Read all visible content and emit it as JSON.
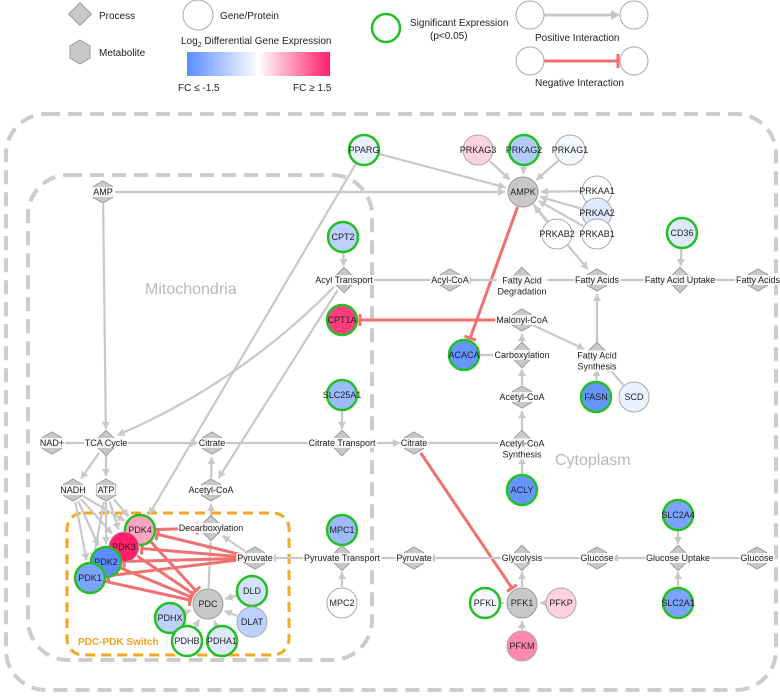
{
  "legend": {
    "process": "Process",
    "gene_protein": "Gene/Protein",
    "metabolite": "Metabolite",
    "significant_line1": "Significant Expression",
    "significant_line2": "(p<0.05)",
    "positive": "Positive Interaction",
    "negative": "Negative Interaction",
    "scale_title_prefix": "Log",
    "scale_title_sub": "2",
    "scale_title_suffix": " Differential Gene Expression",
    "scale_min": "FC ≤ -1.5",
    "scale_max": "FC ≥ 1.5",
    "scale_low_color": "#5a8dff",
    "scale_mid_color": "#ffffff",
    "scale_high_color": "#ff1f6b"
  },
  "compartments": {
    "mitochondria": "Mitochondria",
    "cytoplasm": "Cytoplasm",
    "switch": "PDC-PDK Switch"
  },
  "colors": {
    "node_gray": "#c8c8c8",
    "node_stroke": "#9a9a9a",
    "sig_stroke": "#22c022",
    "positive_edge": "#c8c8c8",
    "negative_edge": "#f07070",
    "compartment_stroke": "#cccccc",
    "switch_stroke": "#f5a623"
  },
  "nodes": {
    "PPARG": {
      "label": "PPARG",
      "kind": "gene",
      "fc": -0.2,
      "sig": true
    },
    "PRKAG3": {
      "label": "PRKAG3",
      "kind": "gene",
      "fc": 0.3,
      "sig": false
    },
    "PRKAG2": {
      "label": "PRKAG2",
      "kind": "gene",
      "fc": -0.7,
      "sig": true
    },
    "PRKAG1": {
      "label": "PRKAG1",
      "kind": "gene",
      "fc": -0.1,
      "sig": false
    },
    "AMPK": {
      "label": "AMPK",
      "kind": "complex"
    },
    "PRKAA1": {
      "label": "PRKAA1",
      "kind": "gene",
      "fc": 0.0,
      "sig": false
    },
    "PRKAA2": {
      "label": "PRKAA2",
      "kind": "gene",
      "fc": -0.3,
      "sig": false
    },
    "PRKAB2": {
      "label": "PRKAB2",
      "kind": "gene",
      "fc": 0.0,
      "sig": false
    },
    "PRKAB1": {
      "label": "PRKAB1",
      "kind": "gene",
      "fc": 0.0,
      "sig": false
    },
    "AMP": {
      "label": "AMP",
      "kind": "metabolite"
    },
    "CPT2": {
      "label": "CPT2",
      "kind": "gene",
      "fc": -0.6,
      "sig": true
    },
    "CD36": {
      "label": "CD36",
      "kind": "gene",
      "fc": -0.3,
      "sig": true
    },
    "AcylTransport": {
      "label": "Acyl Transport",
      "kind": "process"
    },
    "AcylCoA": {
      "label": "Acyl-CoA",
      "kind": "metabolite"
    },
    "FAD": {
      "label": "Fatty Acid\nDegradation",
      "kind": "process"
    },
    "FattyAcids": {
      "label": "Fatty Acids",
      "kind": "metabolite"
    },
    "FAUptake": {
      "label": "Fatty Acid Uptake",
      "kind": "process"
    },
    "FattyAcidsOut": {
      "label": "Fatty Acids",
      "kind": "metabolite"
    },
    "CPT1A": {
      "label": "CPT1A",
      "kind": "gene",
      "fc": 1.3,
      "sig": true
    },
    "MalonylCoA": {
      "label": "Malonyl-CoA",
      "kind": "metabolite"
    },
    "ACACA": {
      "label": "ACACA",
      "kind": "gene",
      "fc": -1.4,
      "sig": true
    },
    "Carboxylation": {
      "label": "Carboxylation",
      "kind": "process"
    },
    "FAS": {
      "label": "Fatty Acid\nSynthesis",
      "kind": "process"
    },
    "AcetylCoACyto": {
      "label": "Acetyl-CoA",
      "kind": "metabolite"
    },
    "FASN": {
      "label": "FASN",
      "kind": "gene",
      "fc": -1.4,
      "sig": true
    },
    "SCD": {
      "label": "SCD",
      "kind": "gene",
      "fc": -0.2,
      "sig": false
    },
    "SLC25A1": {
      "label": "SLC25A1",
      "kind": "gene",
      "fc": -0.9,
      "sig": true
    },
    "NADplus": {
      "label": "NAD+",
      "kind": "metabolite"
    },
    "TCA": {
      "label": "TCA Cycle",
      "kind": "process"
    },
    "CitrateMito": {
      "label": "Citrate",
      "kind": "metabolite"
    },
    "CitrateTransport": {
      "label": "Citrate Transport",
      "kind": "process"
    },
    "CitrateCyto": {
      "label": "Citrate",
      "kind": "metabolite"
    },
    "AcCoASynth": {
      "label": "Acetyl-CoA\nSynthesis",
      "kind": "process"
    },
    "ACLY": {
      "label": "ACLY",
      "kind": "gene",
      "fc": -1.4,
      "sig": true
    },
    "NADH": {
      "label": "NADH",
      "kind": "metabolite"
    },
    "ATP": {
      "label": "ATP",
      "kind": "metabolite"
    },
    "AcetylCoAMito": {
      "label": "Acetyl-CoA",
      "kind": "metabolite"
    },
    "PDK4": {
      "label": "PDK4",
      "kind": "gene",
      "fc": 0.6,
      "sig": true
    },
    "PDK3": {
      "label": "PDK3",
      "kind": "gene",
      "fc": 1.5,
      "sig": false
    },
    "PDK2": {
      "label": "PDK2",
      "kind": "gene",
      "fc": -1.5,
      "sig": true
    },
    "PDK1": {
      "label": "PDK1",
      "kind": "gene",
      "fc": -1.2,
      "sig": true
    },
    "Decarboxylation": {
      "label": "Decarboxylation",
      "kind": "process"
    },
    "PyruvateMito": {
      "label": "Pyruvate",
      "kind": "metabolite"
    },
    "PDC": {
      "label": "PDC",
      "kind": "complex"
    },
    "DLD": {
      "label": "DLD",
      "kind": "gene",
      "fc": -0.4,
      "sig": true
    },
    "DLAT": {
      "label": "DLAT",
      "kind": "gene",
      "fc": -0.6,
      "sig": false
    },
    "PDHX": {
      "label": "PDHX",
      "kind": "gene",
      "fc": -0.6,
      "sig": true
    },
    "PDHB": {
      "label": "PDHB",
      "kind": "gene",
      "fc": -0.1,
      "sig": true
    },
    "PDHA1": {
      "label": "PDHA1",
      "kind": "gene",
      "fc": -0.3,
      "sig": true
    },
    "MPC1": {
      "label": "MPC1",
      "kind": "gene",
      "fc": -0.9,
      "sig": true
    },
    "PyrTransport": {
      "label": "Pyruvate Transport",
      "kind": "process"
    },
    "MPC2": {
      "label": "MPC2",
      "kind": "gene",
      "fc": 0.0,
      "sig": false
    },
    "PyruvateCyto1": {
      "label": "Pyruvate",
      "kind": "metabolite"
    },
    "Glycolysis": {
      "label": "Glycolysis",
      "kind": "process"
    },
    "Glucose1": {
      "label": "Glucose",
      "kind": "metabolite"
    },
    "GlucoseUptake": {
      "label": "Glucose Uptake",
      "kind": "process"
    },
    "Glucose2": {
      "label": "Glucose",
      "kind": "metabolite"
    },
    "SLC2A4": {
      "label": "SLC2A4",
      "kind": "gene",
      "fc": -1.2,
      "sig": true
    },
    "SLC2A1": {
      "label": "SLC2A1",
      "kind": "gene",
      "fc": -1.2,
      "sig": true
    },
    "PFKL": {
      "label": "PFKL",
      "kind": "gene",
      "fc": -0.1,
      "sig": true
    },
    "PFK1": {
      "label": "PFK1",
      "kind": "complex"
    },
    "PFKP": {
      "label": "PFKP",
      "kind": "gene",
      "fc": 0.3,
      "sig": false
    },
    "PFKM": {
      "label": "PFKM",
      "kind": "gene",
      "fc": 0.8,
      "sig": false
    }
  }
}
